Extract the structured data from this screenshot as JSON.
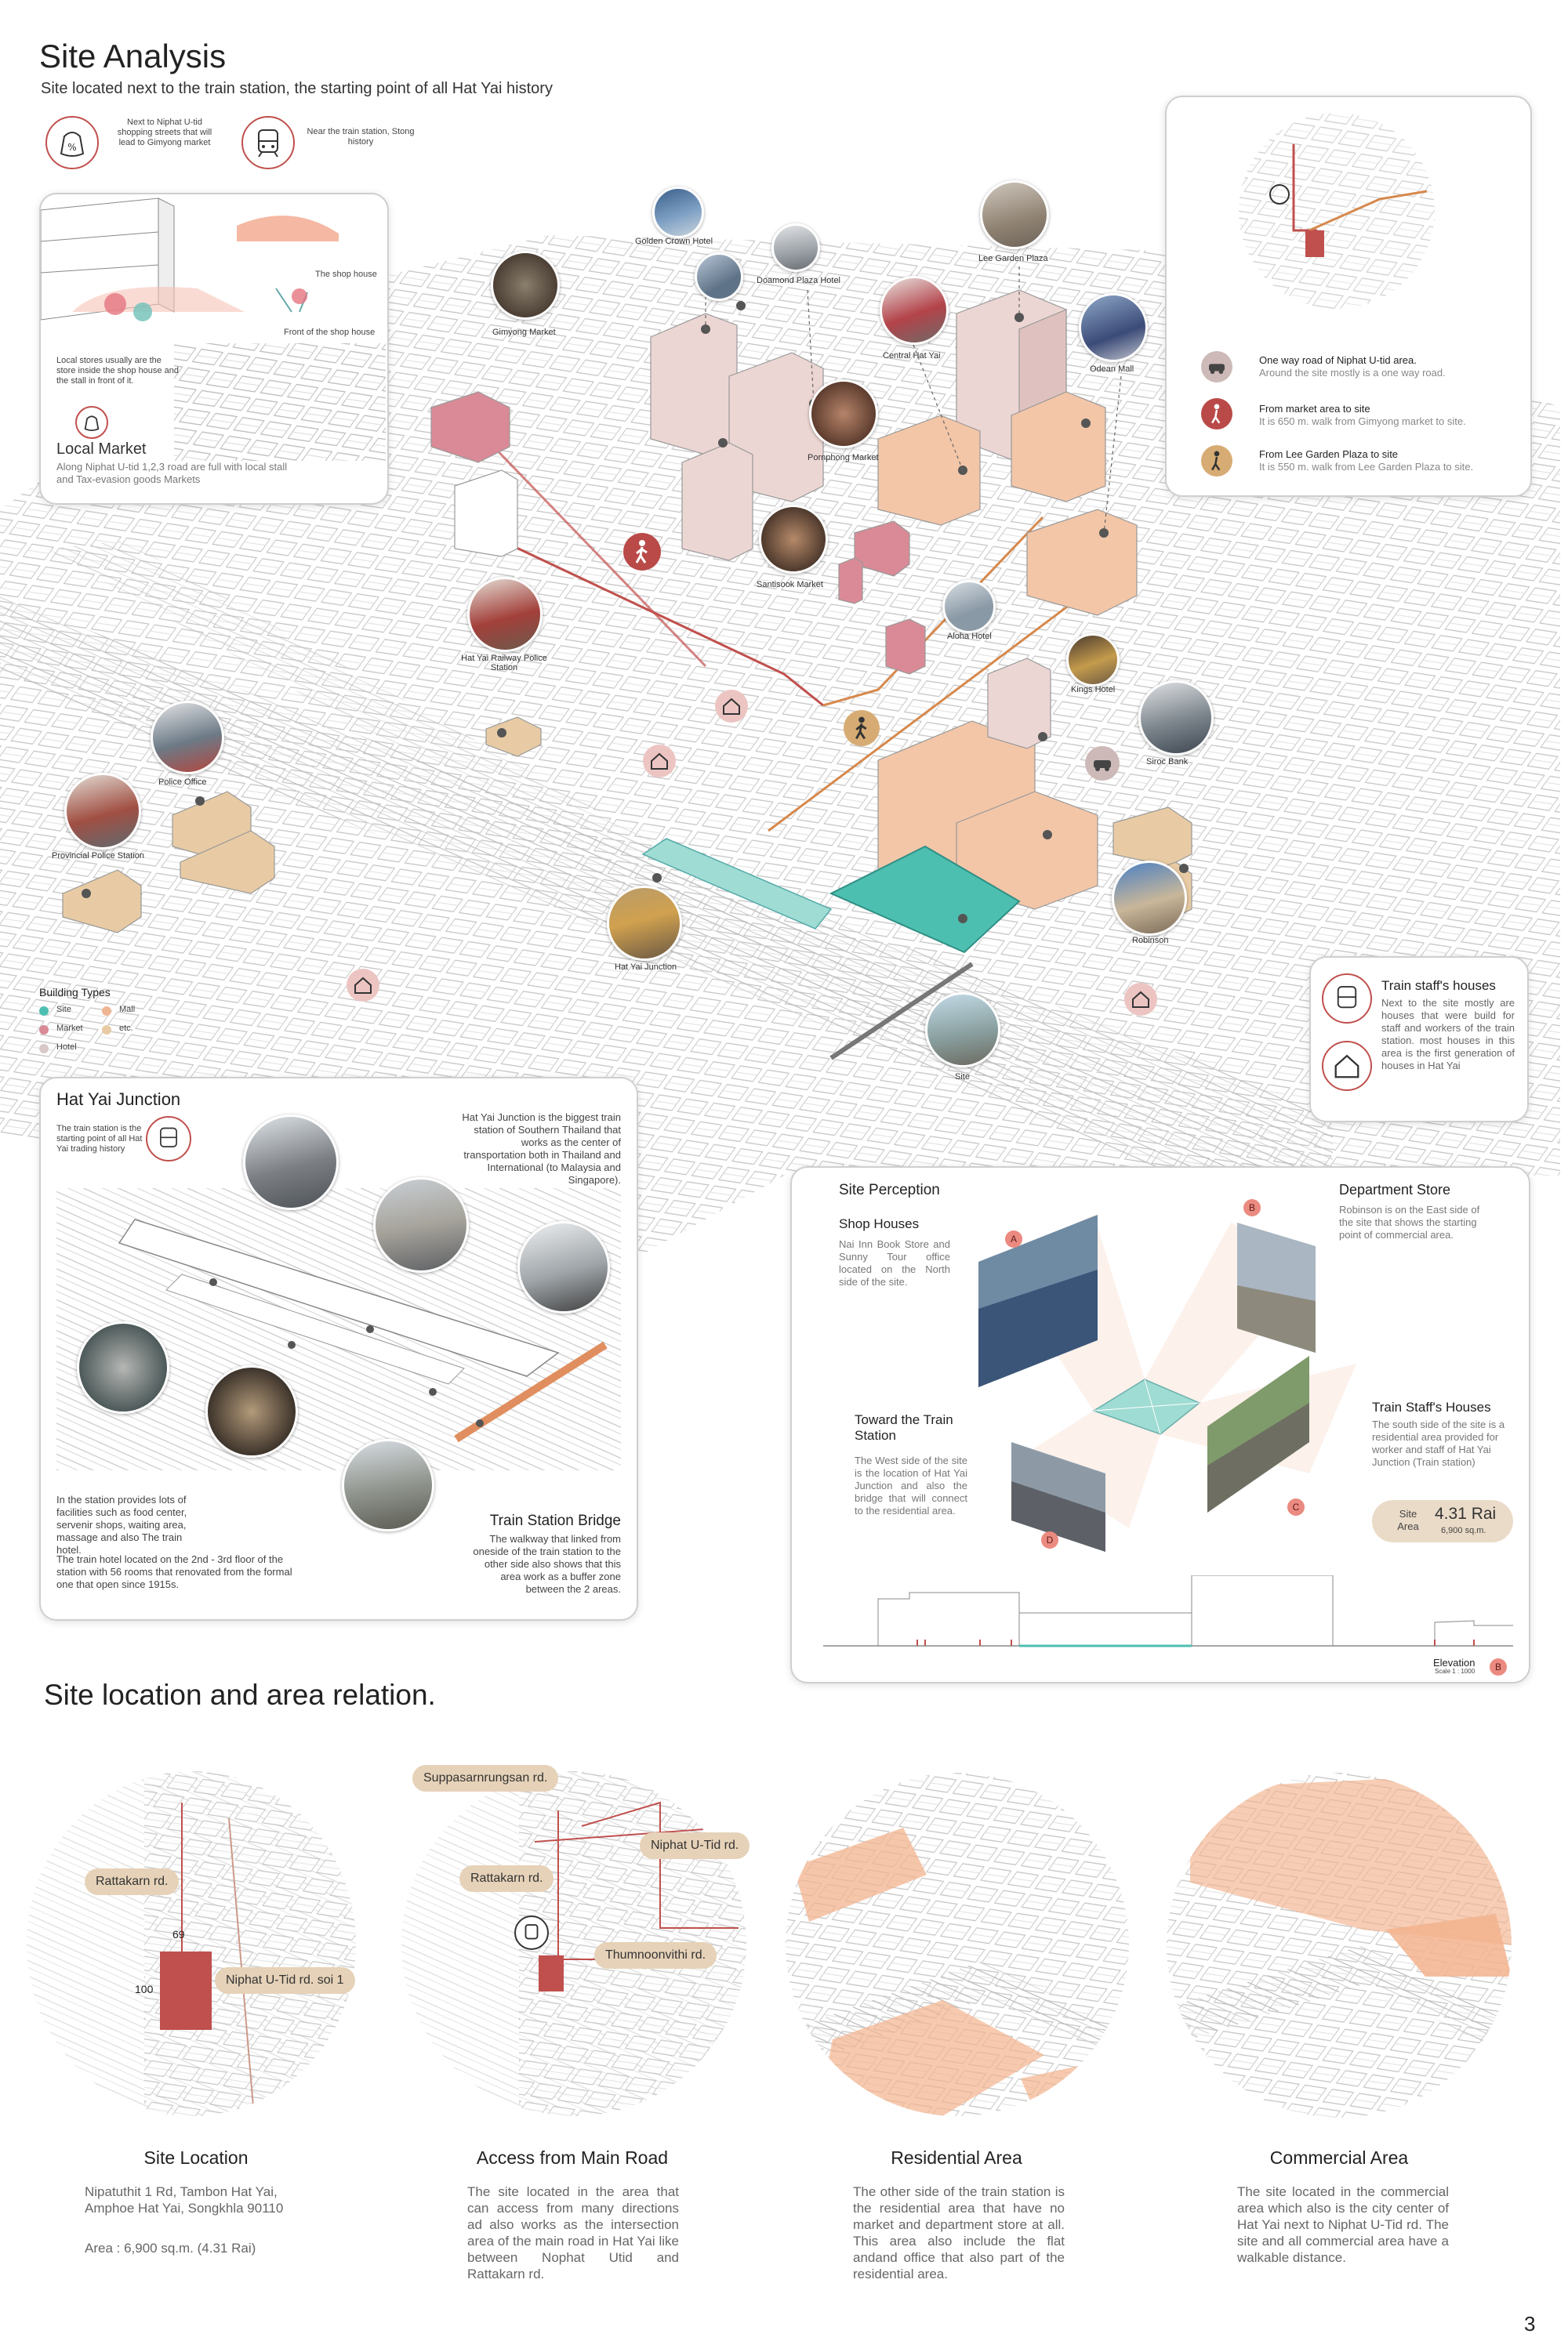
{
  "header": {
    "title": "Site Analysis",
    "subtitle": "Site located next to the train station, the starting point of all Hat Yai history",
    "icon1_text": "Next to Niphat U-tid shopping streets that will lead to Gimyong market",
    "icon2_text": "Near the train station, Stong history"
  },
  "local_market": {
    "shop_house": "The shop house",
    "front_shop_house": "Front of the shop house",
    "note": "Local stores usually are the store inside the shop house and the stall in front of it.",
    "title": "Local Market",
    "desc": "Along Niphat U-tid 1,2,3 road are full with local stall and Tax-evasion goods Markets"
  },
  "map_labels": {
    "golden_crown": "Golden Crown Hotel",
    "doamond": "Doamond Plaza Hotel",
    "lee_garden": "Lee Garden Plaza",
    "gimyong": "Gimyong Market",
    "central": "Central Hat Yai",
    "odean": "Odean Mall",
    "pornphong": "Pornphong Market",
    "santisook": "Santisook Market",
    "aloha": "Aloha Hotel",
    "kings": "Kings Hotel",
    "railway_police": "Hat Yai Railway Police Station",
    "police_office": "Police Office",
    "provincial_police": "Provincial Police Station",
    "siroc": "Siroc Bank",
    "robinson": "Robinson",
    "hat_yai_junction": "Hat Yai Junction",
    "site": "Site"
  },
  "legend": {
    "title": "Building Types",
    "items": [
      {
        "label": "Site",
        "color": "#4dbfb0"
      },
      {
        "label": "Mall",
        "color": "#f0b592"
      },
      {
        "label": "Market",
        "color": "#d98a96"
      },
      {
        "label": "etc.",
        "color": "#e8cba4"
      },
      {
        "label": "Hotel",
        "color": "#d9c9c9"
      }
    ]
  },
  "access": {
    "one_way_title": "One way road of Niphat U-tid area.",
    "one_way_desc": "Around the site mostly is a one way road.",
    "market_title": "From market area to site",
    "market_desc": "It is 650 m. walk from Gimyong market to site.",
    "lee_title": "From Lee Garden Plaza to site",
    "lee_desc": "It is 550 m. walk from Lee Garden Plaza to site."
  },
  "train_staff": {
    "title": "Train staff's houses",
    "desc": "Next to the site mostly are houses that were build for staff and workers of the train station. most houses in this area is the first generation of houses in Hat Yai"
  },
  "junction": {
    "title": "Hat Yai Junction",
    "icon_text": "The train station is the starting point of all Hat Yai trading history",
    "desc": "Hat Yai Junction is the biggest train station of Southern Thailand that works as the center of transportation both in Thailand and International (to Malaysia and Singapore).",
    "facilities": "In the station provides lots of facilities such as food center, servenir shops, waiting area, massage and also The train hotel.",
    "hotel": "The train hotel located on the 2nd - 3rd floor of the station with 56 rooms that renovated from the formal one that open since 1915s.",
    "bridge_title": "Train Station Bridge",
    "bridge_desc": "The walkway that linked from oneside of the train station to the other side also shows that this area work as a buffer zone between the 2 areas."
  },
  "perception": {
    "title": "Site Perception",
    "shop_title": "Shop Houses",
    "shop_desc": "Nai Inn Book Store and Sunny Tour office located on the North side of the site.",
    "dept_title": "Department Store",
    "dept_desc": "Robinson is on the East side of the site that shows the starting point of commercial area.",
    "train_title": "Toward the Train Station",
    "train_desc": "The West side of the site is the location of Hat Yai Junction and also the bridge that will connect to the residential area.",
    "staff_title": "Train Staff's Houses",
    "staff_desc": "The south side of the site is a residential area provided for worker and staff of Hat Yai Junction (Train station)",
    "site_area_label": "Site Area",
    "site_area_value": "4.31 Rai",
    "site_area_sqm": "6,900 sq.m.",
    "elevation": "Elevation",
    "scale": "Scale 1 : 1000",
    "markers": [
      "A",
      "B",
      "C",
      "D"
    ]
  },
  "location": {
    "title": "Site location and area relation.",
    "tags": {
      "rattakarn1": "Rattakarn rd.",
      "soi1": "Niphat U-Tid rd. soi 1",
      "n69": "69",
      "n100": "100",
      "suppasarn": "Suppasarnrungsan rd.",
      "niphat": "Niphat U-Tid rd.",
      "rattakarn2": "Rattakarn rd.",
      "thumnoon": "Thumnoonvithi rd."
    },
    "items": [
      {
        "title": "Site Location",
        "text": "Nipatuthit 1 Rd, Tambon Hat Yai, Amphoe Hat Yai, Songkhla 90110",
        "text2": "Area : 6,900 sq.m. (4.31 Rai)"
      },
      {
        "title": "Access from Main Road",
        "text": "The site located in the area that can access from many directions ad also works as the intersection area of the main road in Hat Yai like between Nophat Utid and Rattakarn rd."
      },
      {
        "title": "Residential Area",
        "text": "The other side of the train station is the residential area that have no market and department store at all. This area also include the flat andand office that also part of the residential area."
      },
      {
        "title": "Commercial Area",
        "text": "The site located in the commercial area which also is the city center of Hat Yai next to Niphat U-Tid rd. The site and all commercial area have a walkable distance."
      }
    ]
  },
  "page_number": "3"
}
